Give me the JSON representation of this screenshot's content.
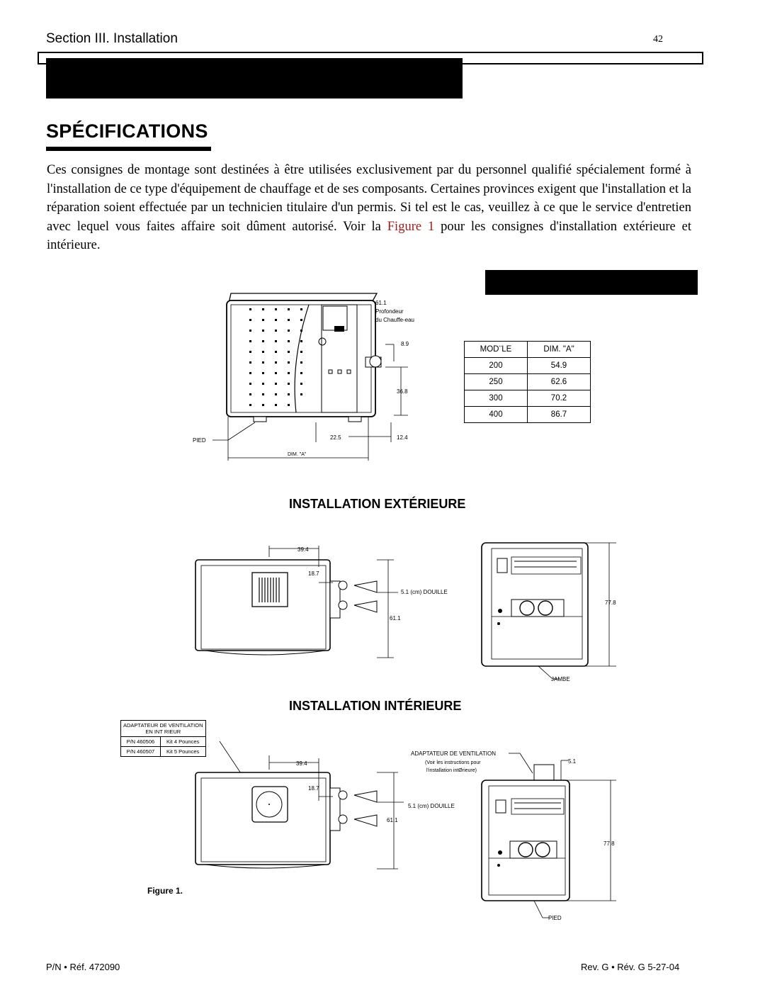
{
  "header": {
    "section_label": "Section III.   Installation",
    "page_number": "42"
  },
  "specifications": {
    "title": "SPÉCIFICATIONS",
    "intro_before_link": "Ces consignes de montage sont destinées à être utilisées exclusivement par du personnel qualifié spécialement formé à l'installation de ce type d'équipement de chauffage et de ses composants. Certaines provinces exigent que l'installation et la réparation soient effectuée par un technicien titulaire d'un permis. Si tel est le cas, veuillez à ce que le service d'entretien avec lequel vous faites affaire soit dûment autorisé. Voir la ",
    "intro_link": "Figure 1",
    "intro_after_link": " pour les consignes d'installation extérieure et intérieure."
  },
  "top_diagram": {
    "depth_value": "61.1",
    "depth_label_1": "Profondeur",
    "depth_label_2": "du Chauffe-eau",
    "dim_8_9": "8.9",
    "dim_36_8": "36.8",
    "dim_22_5": "22.5",
    "dim_12_4": "12.4",
    "pied_label": "PIED",
    "dim_a_label": "DIM. \"A\""
  },
  "model_table": {
    "headers": [
      "MOD¨LE",
      "DIM. \"A\""
    ],
    "rows": [
      [
        "200",
        "54.9"
      ],
      [
        "250",
        "62.6"
      ],
      [
        "300",
        "70.2"
      ],
      [
        "400",
        "86.7"
      ]
    ]
  },
  "exterior": {
    "title": "INSTALLATION EXTÉRIEURE",
    "dim_39_4": "39.4",
    "dim_18_7": "18.7",
    "douille": "5.1 (cm) DOUILLE",
    "dim_61_1": "61.1",
    "dim_77_8": "77.8",
    "jambe": "JAMBE"
  },
  "interior": {
    "title": "INSTALLATION INTÉRIEURE",
    "vent_table_title_1": "ADAPTATEUR DE VENTILATION",
    "vent_table_title_2": "EN INT RIEUR",
    "vent_rows": [
      [
        "P/N 460506",
        "Kit 4 Pounces"
      ],
      [
        "P/N 460507",
        "Kit 5 Pounces"
      ]
    ],
    "dim_39_4": "39.4",
    "dim_18_7": "18.7",
    "douille": "5.1 (cm) DOUILLE",
    "dim_61_1": "61.1",
    "adapter_1": "ADAPTATEUR DE VENTILATION",
    "adapter_2": "(Voir les instructions pour",
    "adapter_3": "l'installation intØrieure)",
    "dim_5_1": "5.1",
    "dim_77_8": "77.8",
    "pied": "PIED"
  },
  "figure_label": "Figure 1.",
  "footer": {
    "left": "P/N • Réf.   472090",
    "right": "Rev. G • Rév. G   5-27-04"
  }
}
